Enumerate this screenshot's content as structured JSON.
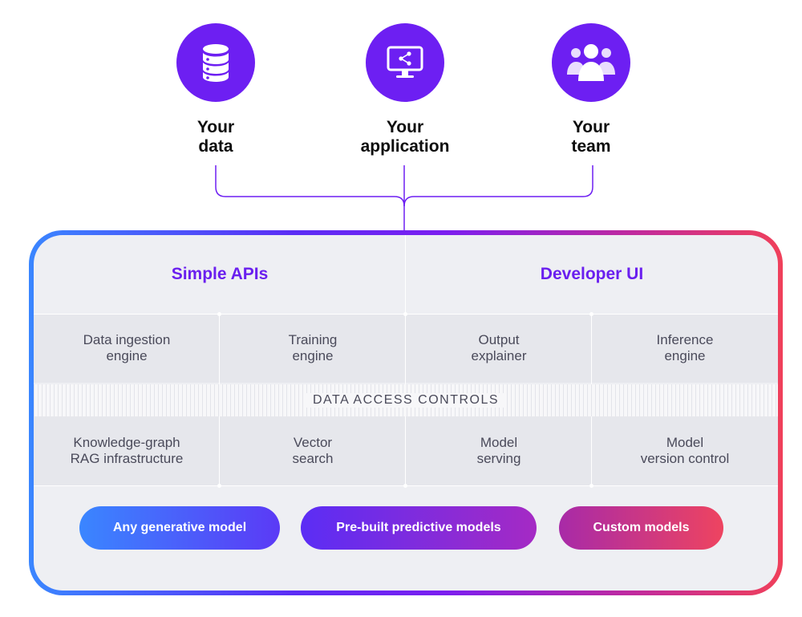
{
  "sources": [
    {
      "label": "Your\ndata",
      "icon": "database-icon"
    },
    {
      "label": "Your\napplication",
      "icon": "monitor-share-icon"
    },
    {
      "label": "Your\nteam",
      "icon": "team-icon"
    }
  ],
  "headers": [
    "Simple APIs",
    "Developer UI"
  ],
  "row1": [
    "Data ingestion\nengine",
    "Training\nengine",
    "Output\nexplainer",
    "Inference\nengine"
  ],
  "data_access_label": "DATA ACCESS CONTROLS",
  "row2": [
    "Knowledge-graph\nRAG infrastructure",
    "Vector\nsearch",
    "Model\nserving",
    "Model\nversion control"
  ],
  "models": [
    "Any generative model",
    "Pre-built predictive models",
    "Custom models"
  ],
  "colors": {
    "accent_purple": "#6d1ff2",
    "gradient_start": "#3a86ff",
    "gradient_mid": "#7b1ef0",
    "gradient_end": "#f0405a"
  }
}
